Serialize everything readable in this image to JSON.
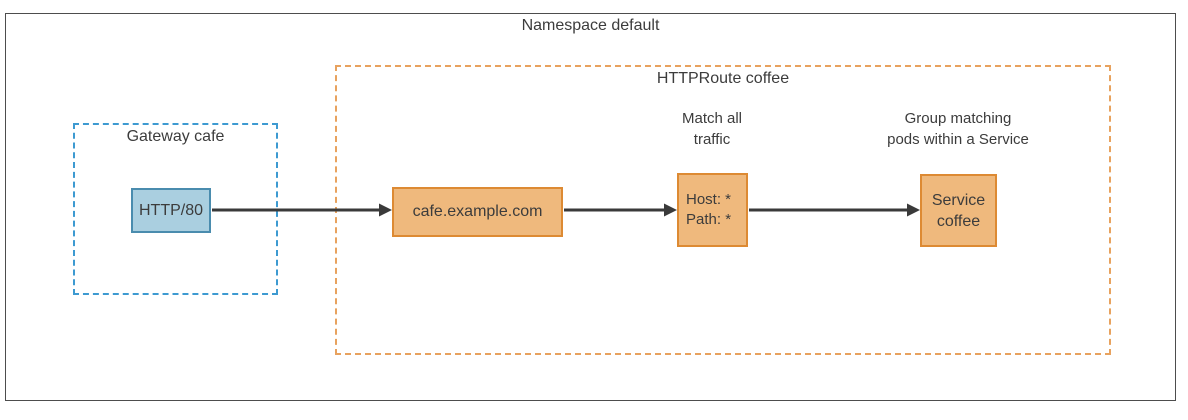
{
  "namespace": {
    "label": "Namespace default"
  },
  "gateway": {
    "label": "Gateway cafe",
    "listener_label": "HTTP/80"
  },
  "httproute": {
    "label": "HTTPRoute coffee",
    "hostname_label": "cafe.example.com",
    "match_annotation": {
      "line1": "Match all",
      "line2": "traffic"
    },
    "match_rules": {
      "host": "Host: *",
      "path": "Path: *"
    },
    "backend_annotation": {
      "line1": "Group matching",
      "line2": "pods within a Service"
    },
    "service": {
      "line1": "Service",
      "line2": "coffee"
    }
  },
  "colors": {
    "outer_border": "#4d4d4d",
    "text": "#3c3c3c",
    "blue_fill": "#aacfe0",
    "blue_border": "#4a8cae",
    "blue_dash": "#3d9ad1",
    "orange_fill": "#efb97d",
    "orange_border": "#dd8a33",
    "orange_dash": "#e8a25e",
    "arrow": "#3a3a3a"
  }
}
